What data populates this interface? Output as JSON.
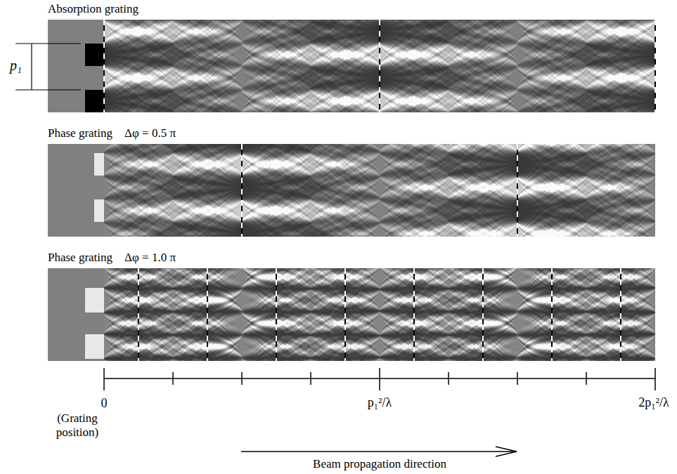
{
  "diagram": {
    "labels": [
      "Absorption grating",
      "p₁",
      "Phase grating    Δφ = 0.5 π",
      "Phase grating    Δφ = 1.0 π",
      "0",
      "p₁²/λ",
      "2p₁²/λ",
      "(Grating position)",
      "Beam propagation direction"
    ]
  }
}
